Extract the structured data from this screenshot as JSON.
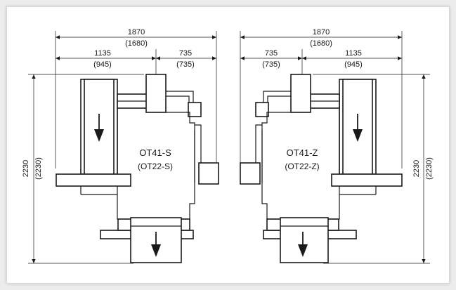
{
  "left_view": {
    "model": "OT41-S",
    "model_alt": "(OT22-S)",
    "overall_width": "1870",
    "overall_width_alt": "(1680)",
    "part_a": "1135",
    "part_a_alt": "(945)",
    "part_b": "735",
    "part_b_alt": "(735)",
    "height": "2230",
    "height_alt": "(2230)"
  },
  "right_view": {
    "model": "OT41-Z",
    "model_alt": "(OT22-Z)",
    "overall_width": "1870",
    "overall_width_alt": "(1680)",
    "part_a": "735",
    "part_a_alt": "(735)",
    "part_b": "1135",
    "part_b_alt": "(945)",
    "height": "2230",
    "height_alt": "(2230)"
  }
}
